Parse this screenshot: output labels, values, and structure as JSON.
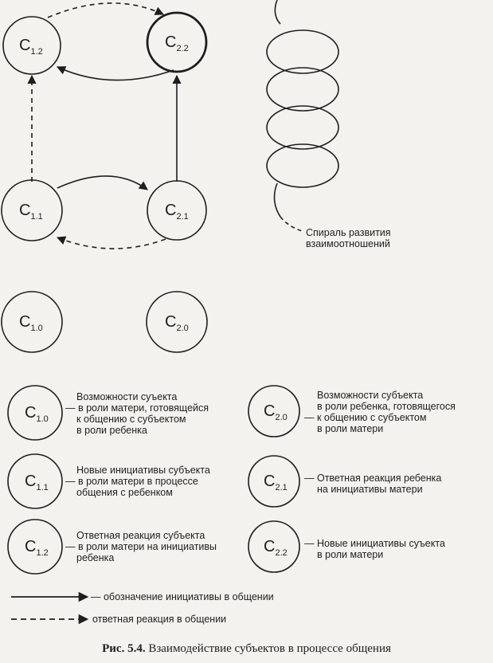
{
  "nodes": {
    "c12": {
      "main": "C",
      "sub": "1.2"
    },
    "c22": {
      "main": "C",
      "sub": "2.2"
    },
    "c11": {
      "main": "C",
      "sub": "1.1"
    },
    "c21": {
      "main": "C",
      "sub": "2.1"
    },
    "c10": {
      "main": "C",
      "sub": "1.0"
    },
    "c20": {
      "main": "C",
      "sub": "2.0"
    }
  },
  "spiral_label": [
    "Спираль развития",
    "взаимоотношений"
  ],
  "legend": {
    "c10": {
      "main": "C",
      "sub": "1.0",
      "lines": [
        "Возможности суъекта",
        "— в роли матери, готовящейся",
        "к общению с субъектом",
        "в роли ребенка"
      ]
    },
    "c20": {
      "main": "C",
      "sub": "2.0",
      "lines": [
        "Возможности субъекта",
        "в роли ребенка, готовящегося",
        "— к общению с субъектом",
        "в роли матери"
      ]
    },
    "c11": {
      "main": "C",
      "sub": "1.1",
      "lines": [
        "Новые инициативы субъекта",
        "— в роли матери в процессе",
        "общения с ребенком"
      ]
    },
    "c21": {
      "main": "C",
      "sub": "2.1",
      "lines": [
        "— Ответная реакция ребенка",
        "на инициативы матери"
      ]
    },
    "c12": {
      "main": "C",
      "sub": "1.2",
      "lines": [
        "Ответная реакция субъекта",
        "— в роли матери на инициативы",
        "ребенка"
      ]
    },
    "c22": {
      "main": "C",
      "sub": "2.2",
      "lines": [
        "— Новые инициативы суъекта",
        "в роли матери"
      ]
    }
  },
  "arrow_legend": {
    "solid": "— обозначение инициативы в общении",
    "dashed": "ответная реакция в общении"
  },
  "caption": {
    "prefix": "Рис. 5.4.",
    "text": "Взаимодействие субъектов в процессе общения"
  }
}
